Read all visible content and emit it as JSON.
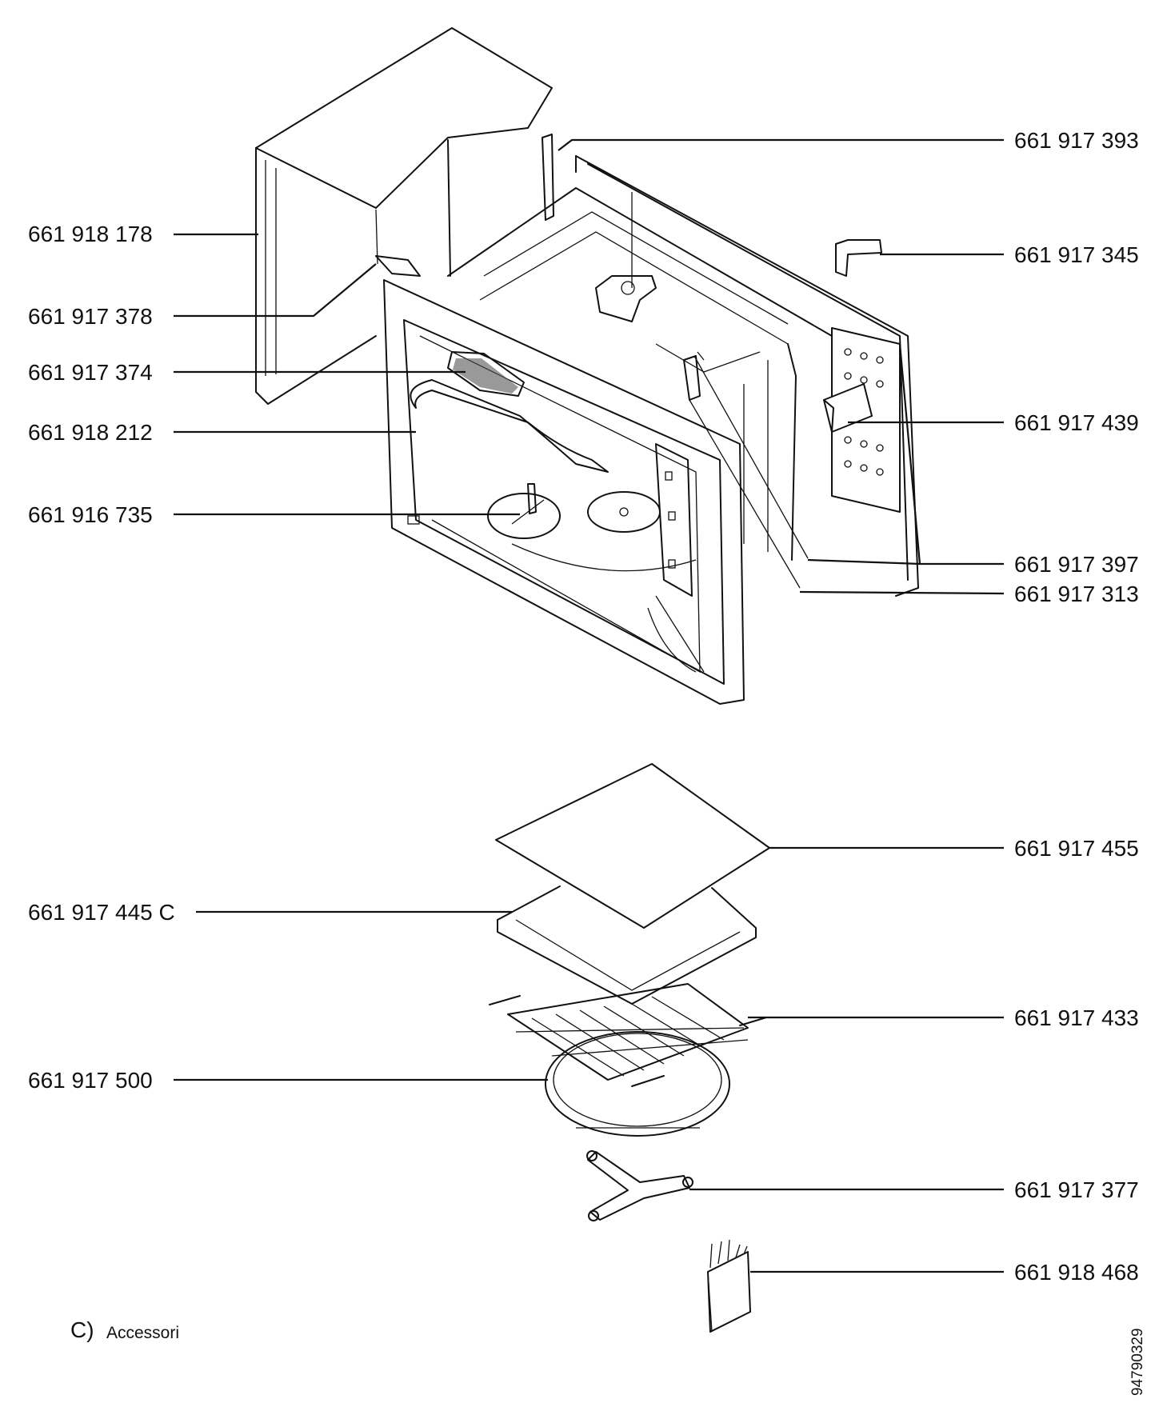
{
  "labels": {
    "p_393": "661 917 393",
    "p_345": "661 917 345",
    "p_439": "661 917 439",
    "p_397": "661 917 397",
    "p_313": "661 917 313",
    "p_178": "661 918 178",
    "p_378": "661 917 378",
    "p_374": "661 917 374",
    "p_212": "661 918 212",
    "p_735": "661 916 735",
    "p_455": "661 917 455",
    "p_445c": "661 917 445 C",
    "p_433": "661 917 433",
    "p_500": "661 917 500",
    "p_377": "661 917 377",
    "p_468": "661 918 468"
  },
  "caption": {
    "letter": "C)",
    "text": "Accessori"
  },
  "document_number": "94790329"
}
